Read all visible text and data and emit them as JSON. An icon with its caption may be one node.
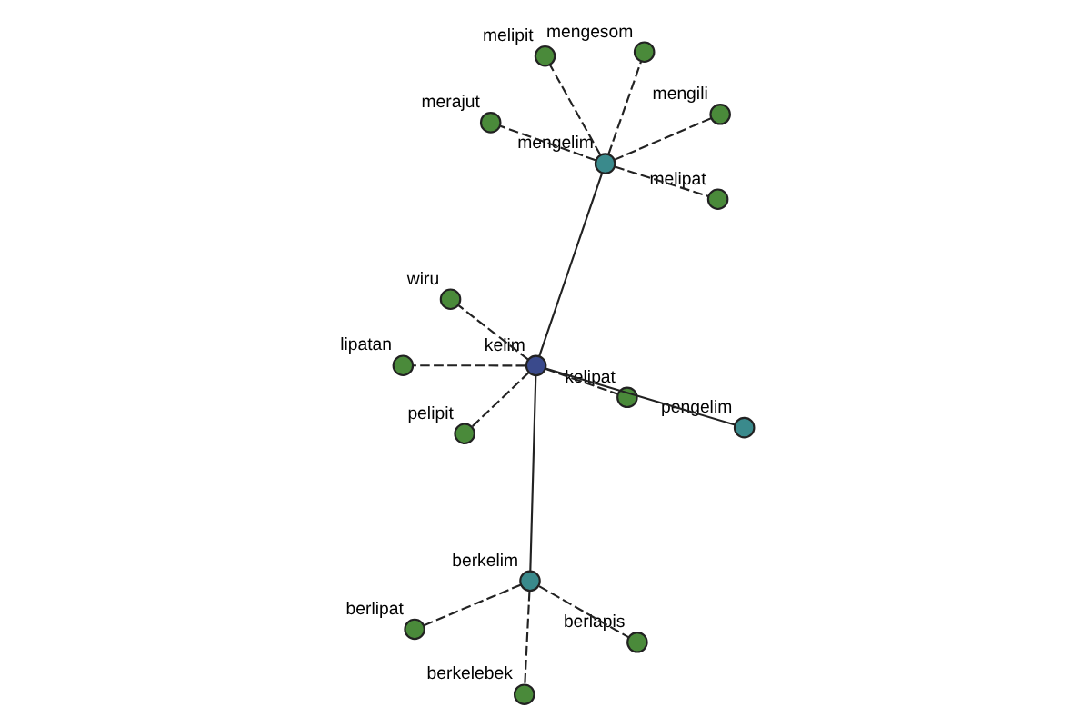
{
  "diagram": {
    "nodes": [
      {
        "text": [
          "kelim"
        ]
      },
      {
        "text": [
          "kelipat"
        ]
      },
      {
        "text": [
          "pelipit"
        ]
      },
      {
        "text": [
          "wiru"
        ]
      },
      {
        "text": [
          "pengelim"
        ]
      },
      {
        "text": [
          "lipatan"
        ]
      },
      {
        "text": [
          "berkelim"
        ]
      },
      {
        "text": [
          "berkelebek"
        ]
      },
      {
        "text": [
          "berlapis"
        ]
      },
      {
        "text": [
          "berlipat"
        ]
      },
      {
        "text": [
          "mengelim"
        ]
      },
      {
        "text": [
          "merajut"
        ]
      },
      {
        "text": [
          "mengili"
        ]
      },
      {
        "text": [
          "mengesom"
        ]
      },
      {
        "text": [
          "melipit"
        ]
      },
      {
        "text": [
          "melipat"
        ]
      }
    ],
    "edges": [
      {
        "from": 0,
        "to": 4,
        "arrow": "none"
      },
      {
        "from": 0,
        "to": 6,
        "arrow": "none"
      },
      {
        "from": 0,
        "to": 10,
        "arrow": "none"
      },
      {
        "from": 0,
        "to": 1,
        "arrow": "none",
        "style": "dashed"
      },
      {
        "from": 0,
        "to": 2,
        "arrow": "none",
        "style": "dashed"
      },
      {
        "from": 0,
        "to": 3,
        "arrow": "none",
        "style": "dashed"
      },
      {
        "from": 0,
        "to": 5,
        "arrow": "none",
        "style": "dashed"
      },
      {
        "from": 6,
        "to": 7,
        "arrow": "none",
        "style": "dashed"
      },
      {
        "from": 6,
        "to": 8,
        "arrow": "none",
        "style": "dashed"
      },
      {
        "from": 6,
        "to": 9,
        "arrow": "none",
        "style": "dashed"
      },
      {
        "from": 10,
        "to": 11,
        "arrow": "none",
        "style": "dashed"
      },
      {
        "from": 10,
        "to": 12,
        "arrow": "none",
        "style": "dashed"
      },
      {
        "from": 10,
        "to": 13,
        "arrow": "none",
        "style": "dashed"
      },
      {
        "from": 10,
        "to": 14,
        "arrow": "none",
        "style": "dashed"
      },
      {
        "from": 10,
        "to": 15,
        "arrow": "none",
        "style": "dashed"
      }
    ]
  }
}
